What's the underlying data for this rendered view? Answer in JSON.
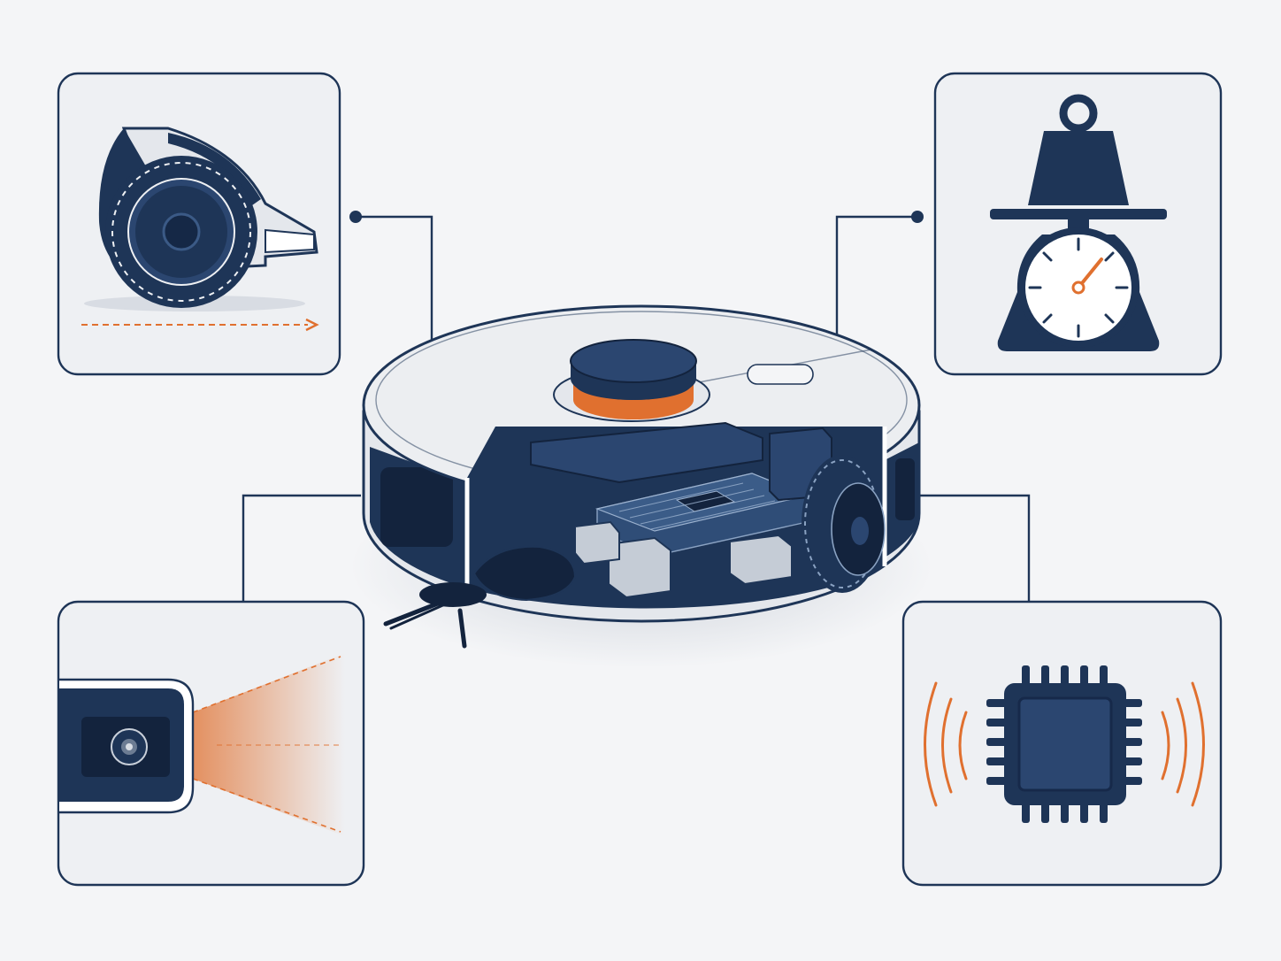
{
  "colors": {
    "navy": "#1e3557",
    "navy_dark": "#13233d",
    "accent_orange": "#e0702f",
    "panel_bg": "#eef0f3",
    "panel_border": "#1e3557",
    "robot_shell": "#eceef1",
    "background": "#f4f5f7"
  },
  "diagram": {
    "center": {
      "name": "robot-vacuum-cutaway",
      "icon": "robot-vacuum-icon"
    },
    "callouts": [
      {
        "name": "panel-drive-wheel",
        "icon": "drive-wheel-icon",
        "indicator": "forward-motion-arrow"
      },
      {
        "name": "panel-weight-scale",
        "icon": "weight-scale-icon",
        "indicator": "gauge-needle"
      },
      {
        "name": "panel-front-camera",
        "icon": "camera-sensor-icon",
        "indicator": "vision-cone"
      },
      {
        "name": "panel-processor-chip",
        "icon": "processor-chip-icon",
        "indicator": "signal-waves"
      }
    ]
  }
}
